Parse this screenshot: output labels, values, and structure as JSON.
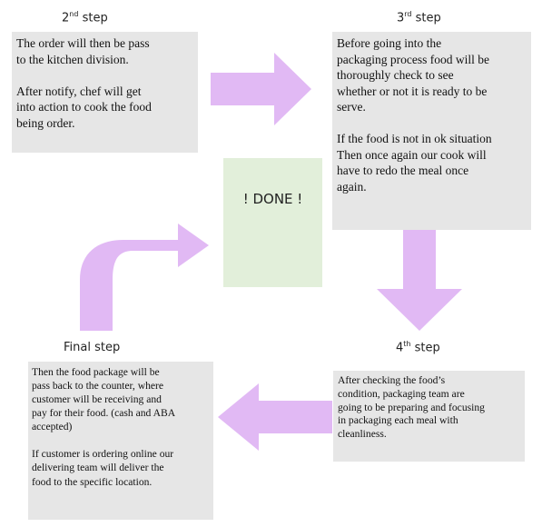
{
  "colors": {
    "box_fill": "#e6e6e6",
    "done_fill": "#e2efda",
    "arrow_fill": "#e1b9f4",
    "text": "#111111"
  },
  "steps": {
    "step2": {
      "heading_number": "2",
      "heading_suffix": "nd",
      "heading_word": "step",
      "text": "The order will then be pass\nto the kitchen division.\n\nAfter notify, chef will get\ninto action to cook the food\nbeing order."
    },
    "step3": {
      "heading_number": "3",
      "heading_suffix": "rd",
      "heading_word": "step",
      "text": "Before going into the\npackaging process food will be\nthoroughly check to see\nwhether or not it is ready to be\nserve.\n\nIf the food is not in ok situation\nThen once again our cook will\nhave to redo the meal once\nagain."
    },
    "step4": {
      "heading_number": "4",
      "heading_suffix": "th",
      "heading_word": "step",
      "text": "After checking the food’s\ncondition, packaging team are\ngoing to be preparing and focusing\nin packaging each meal with\ncleanliness."
    },
    "final": {
      "heading": "Final step",
      "text": " Then the food package will be\npass back to the counter, where\ncustomer will be receiving and\npay for their food. (cash and ABA\naccepted)\n\nIf customer is ordering online our\ndelivering team will deliver the\nfood to the specific location."
    }
  },
  "done": {
    "label": "! DONE !"
  },
  "arrows": [
    {
      "name": "arrow-right",
      "from": "step2",
      "to": "step3",
      "direction": "right"
    },
    {
      "name": "arrow-down",
      "from": "step3",
      "to": "step4",
      "direction": "down"
    },
    {
      "name": "arrow-left",
      "from": "step4",
      "to": "final",
      "direction": "left"
    },
    {
      "name": "arrow-up-right",
      "from": "final",
      "to": "done",
      "direction": "up-then-right"
    }
  ]
}
